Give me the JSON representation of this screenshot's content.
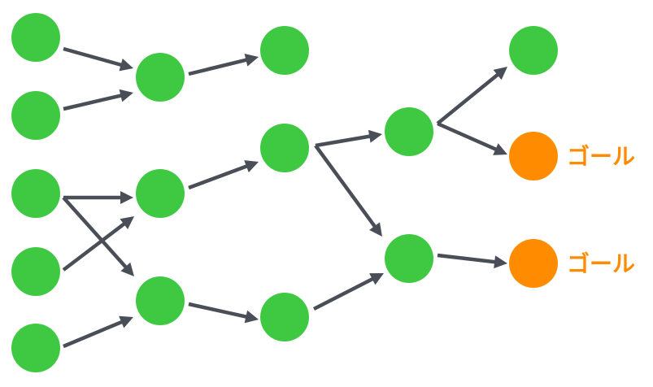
{
  "colors": {
    "node": "#3fc943",
    "goal": "#ff8c00",
    "edge": "#4a4f57",
    "background": "#ffffff"
  },
  "nodes": [
    {
      "id": "a1",
      "type": "normal"
    },
    {
      "id": "a2",
      "type": "normal"
    },
    {
      "id": "a3",
      "type": "normal"
    },
    {
      "id": "a4",
      "type": "normal"
    },
    {
      "id": "a5",
      "type": "normal"
    },
    {
      "id": "b1",
      "type": "normal"
    },
    {
      "id": "b2",
      "type": "normal"
    },
    {
      "id": "b3",
      "type": "normal"
    },
    {
      "id": "c1",
      "type": "normal"
    },
    {
      "id": "c2",
      "type": "normal"
    },
    {
      "id": "c3",
      "type": "normal"
    },
    {
      "id": "d1",
      "type": "normal"
    },
    {
      "id": "d2",
      "type": "normal"
    },
    {
      "id": "e1",
      "type": "normal"
    },
    {
      "id": "g1",
      "type": "goal",
      "label": "ゴール"
    },
    {
      "id": "g2",
      "type": "goal",
      "label": "ゴール"
    }
  ],
  "edges": [
    {
      "from": "a1",
      "to": "b1"
    },
    {
      "from": "a2",
      "to": "b1"
    },
    {
      "from": "b1",
      "to": "c1"
    },
    {
      "from": "a3",
      "to": "b2"
    },
    {
      "from": "a3",
      "to": "b3"
    },
    {
      "from": "a4",
      "to": "b2"
    },
    {
      "from": "a5",
      "to": "b3"
    },
    {
      "from": "b2",
      "to": "c2"
    },
    {
      "from": "b3",
      "to": "c3"
    },
    {
      "from": "c2",
      "to": "d1"
    },
    {
      "from": "c2",
      "to": "d2"
    },
    {
      "from": "c3",
      "to": "d2"
    },
    {
      "from": "d1",
      "to": "e1"
    },
    {
      "from": "d1",
      "to": "g1"
    },
    {
      "from": "d2",
      "to": "g2"
    }
  ]
}
